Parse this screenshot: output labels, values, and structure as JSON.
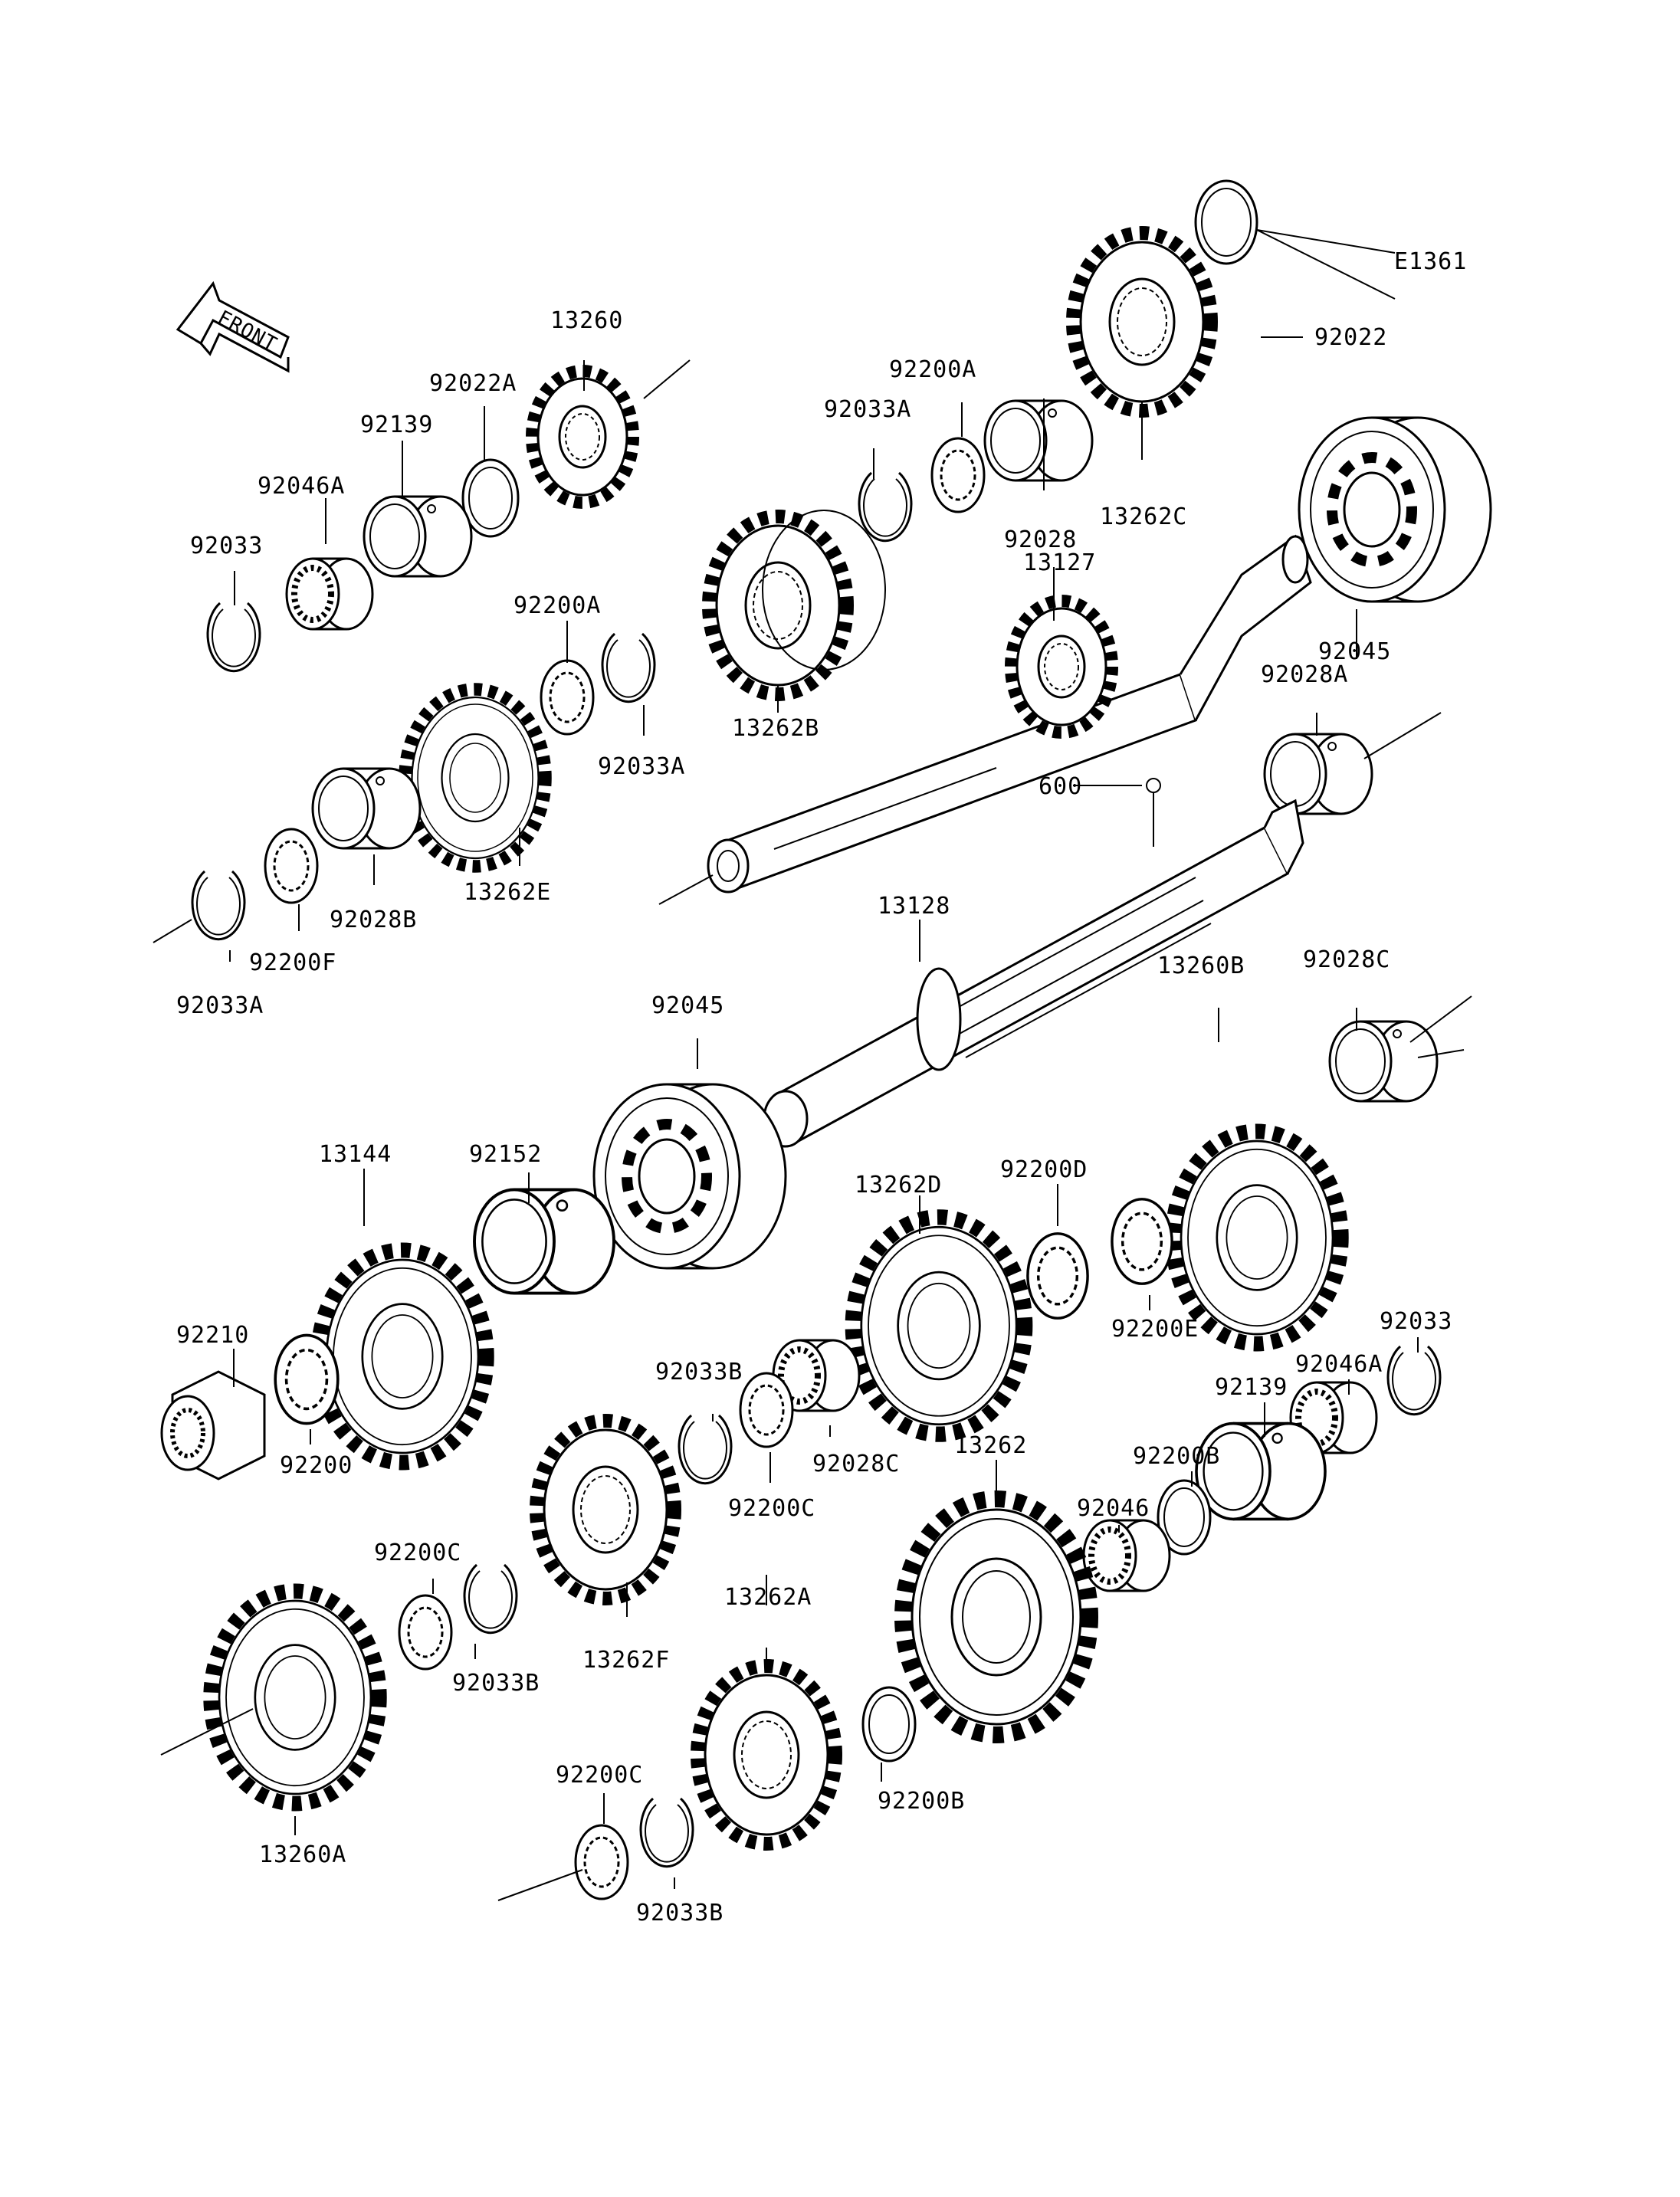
{
  "diagram_id": "E1361",
  "front_label": "FRONT",
  "parts": [
    {
      "key": "p92022",
      "label": "92022"
    },
    {
      "key": "p13260",
      "label": "13260"
    },
    {
      "key": "p92022A",
      "label": "92022A"
    },
    {
      "key": "p92139_top",
      "label": "92139"
    },
    {
      "key": "p92046A_top",
      "label": "92046A"
    },
    {
      "key": "p92033_top",
      "label": "92033"
    },
    {
      "key": "p92200A_top",
      "label": "92200A"
    },
    {
      "key": "p92033A_top",
      "label": "92033A"
    },
    {
      "key": "p92028",
      "label": "92028"
    },
    {
      "key": "p13262C",
      "label": "13262C"
    },
    {
      "key": "p13127",
      "label": "13127"
    },
    {
      "key": "p92045_top",
      "label": "92045"
    },
    {
      "key": "p92028A",
      "label": "92028A"
    },
    {
      "key": "p92200A_mid",
      "label": "92200A"
    },
    {
      "key": "p92033A_mid",
      "label": "92033A"
    },
    {
      "key": "p13262B",
      "label": "13262B"
    },
    {
      "key": "p13262E",
      "label": "13262E"
    },
    {
      "key": "p92028B",
      "label": "92028B"
    },
    {
      "key": "p92200F",
      "label": "92200F"
    },
    {
      "key": "p92033A_low",
      "label": "92033A"
    },
    {
      "key": "p600",
      "label": "600"
    },
    {
      "key": "p13128",
      "label": "13128"
    },
    {
      "key": "p13260B",
      "label": "13260B"
    },
    {
      "key": "p92028C_top",
      "label": "92028C"
    },
    {
      "key": "p92045_mid",
      "label": "92045"
    },
    {
      "key": "p13144",
      "label": "13144"
    },
    {
      "key": "p92152",
      "label": "92152"
    },
    {
      "key": "p92200D",
      "label": "92200D"
    },
    {
      "key": "p13262D",
      "label": "13262D"
    },
    {
      "key": "p92200E",
      "label": "92200E"
    },
    {
      "key": "p92033_right",
      "label": "92033"
    },
    {
      "key": "p92210",
      "label": "92210"
    },
    {
      "key": "p92046A_right",
      "label": "92046A"
    },
    {
      "key": "p92139_right",
      "label": "92139"
    },
    {
      "key": "p92033B_mid",
      "label": "92033B"
    },
    {
      "key": "p92200B_top",
      "label": "92200B"
    },
    {
      "key": "p92028C_mid",
      "label": "92028C"
    },
    {
      "key": "p92200",
      "label": "92200"
    },
    {
      "key": "p13262",
      "label": "13262"
    },
    {
      "key": "p92046",
      "label": "92046"
    },
    {
      "key": "p92200C_mid",
      "label": "92200C"
    },
    {
      "key": "p92200C_left",
      "label": "92200C"
    },
    {
      "key": "p92033B_left",
      "label": "92033B"
    },
    {
      "key": "p13262F",
      "label": "13262F"
    },
    {
      "key": "p13262A",
      "label": "13262A"
    },
    {
      "key": "p92200B_low",
      "label": "92200B"
    },
    {
      "key": "p13260A",
      "label": "13260A"
    },
    {
      "key": "p92200C_low",
      "label": "92200C"
    },
    {
      "key": "p92033B_low",
      "label": "92033B"
    }
  ]
}
